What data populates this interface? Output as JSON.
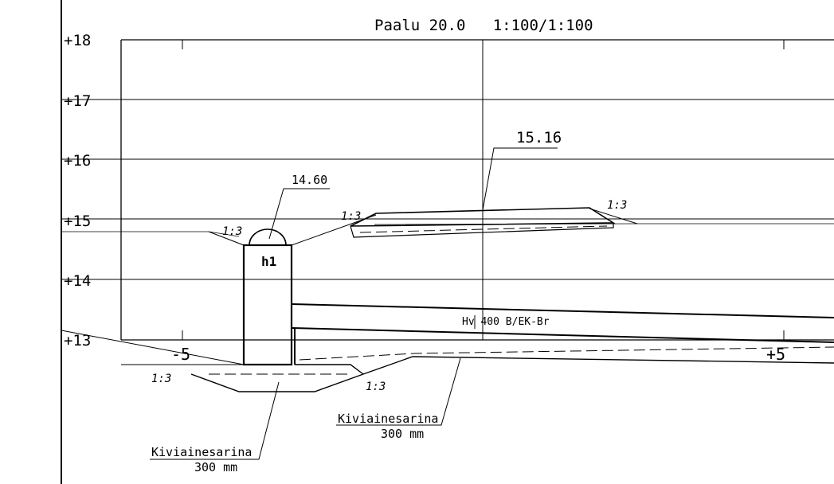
{
  "title": "Paalu 20.0   1:100/1:100",
  "elevation_labels": [
    "+18",
    "+17",
    "+16",
    "+15",
    "+14",
    "+13"
  ],
  "offset_labels": [
    "-5",
    "+5"
  ],
  "dimensions": {
    "ditch_bottom_level": "14.60",
    "road_level": "15.16",
    "culvert_label": "h1",
    "pipe_label": "Hv 400 B/EK-Br"
  },
  "slope_labels": [
    "1:3",
    "1:3",
    "1:3",
    "1:3",
    "1:3"
  ],
  "material_callouts": [
    {
      "name": "Kiviainesarina",
      "thickness": "300 mm"
    },
    {
      "name": "Kiviainesarina",
      "thickness": "300 mm"
    }
  ]
}
